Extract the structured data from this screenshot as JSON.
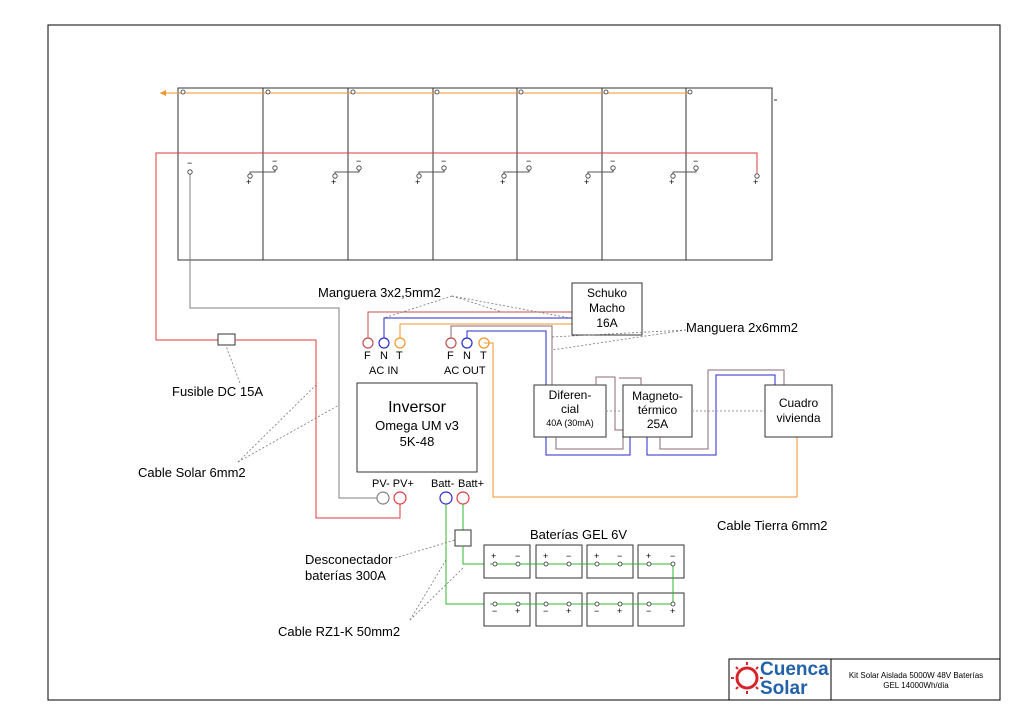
{
  "labels": {
    "manguera_3x25": "Manguera 3x2,5mm2",
    "manguera_2x6": "Manguera 2x6mm2",
    "fusible": "Fusible DC 15A",
    "cable_solar": "Cable Solar 6mm2",
    "desconectador_1": "Desconectador",
    "desconectador_2": "baterías 300A",
    "cable_rz1k": "Cable RZ1-K 50mm2",
    "cable_tierra": "Cable Tierra 6mm2",
    "baterias": "Baterías GEL 6V"
  },
  "schuko": {
    "line1": "Schuko",
    "line2": "Macho",
    "line3": "16A"
  },
  "ac_in": {
    "f": "F",
    "n": "N",
    "t": "T",
    "label": "AC IN"
  },
  "ac_out": {
    "f": "F",
    "n": "N",
    "t": "T",
    "label": "AC OUT"
  },
  "inversor": {
    "line1": "Inversor",
    "line2": "Omega UM v3",
    "line3": "5K-48"
  },
  "inversor_terminals": {
    "pv": "PV- PV+",
    "batt_neg": "Batt-",
    "batt_pos": "Batt+"
  },
  "diferencial": {
    "line1": "Diferen-",
    "line2": "cial",
    "line3": "40A (30mA)"
  },
  "magnetotermico": {
    "line1": "Magneto-",
    "line2": "térmico",
    "line3": "25A"
  },
  "cuadro": {
    "line1": "Cuadro",
    "line2": "vivienda"
  },
  "title_block": {
    "logo_line1": "Cuenca",
    "logo_line2": "Solar",
    "desc_line1": "Kit Solar Aislada 5000W 48V Baterías",
    "desc_line2": "GEL 14000Wh/día"
  },
  "colors": {
    "phase": "#c0504d",
    "neutral": "#2a2acf",
    "earth": "#f0962b",
    "dc_positive": "#e0393b",
    "dc_negative": "#7f7f7f",
    "battery_link": "#2db82d",
    "logo_red": "#d6252a",
    "logo_blue": "#2361a8"
  }
}
